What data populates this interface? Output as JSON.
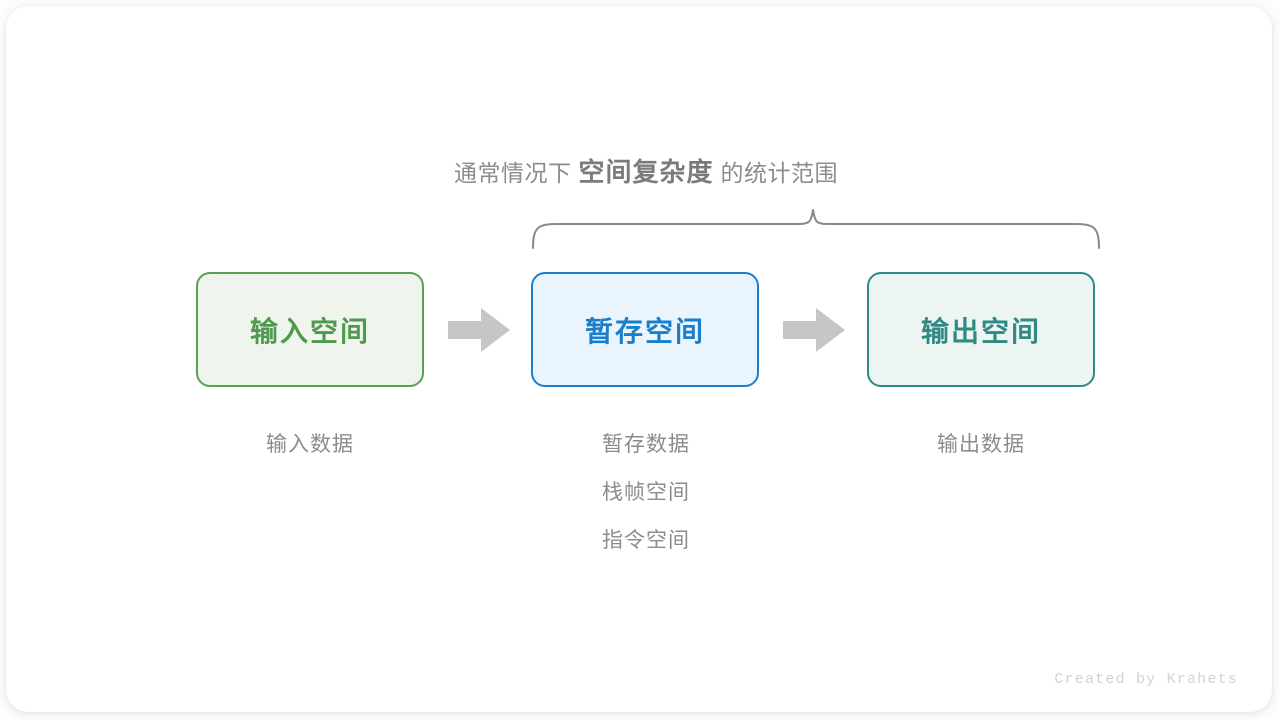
{
  "heading": {
    "prefix": "通常情况下",
    "emphasis": "空间复杂度",
    "suffix": "的统计范围"
  },
  "boxes": [
    {
      "key": "input",
      "label": "输入空间",
      "border_color": "#58a155",
      "fill_color": "#eff5ec",
      "text_color": "#4f9a4f"
    },
    {
      "key": "temp",
      "label": "暂存空间",
      "border_color": "#1b7fd0",
      "fill_color": "#e9f4fd",
      "text_color": "#1a7ecb"
    },
    {
      "key": "output",
      "label": "输出空间",
      "border_color": "#2e8a84",
      "fill_color": "#edf5f3",
      "text_color": "#2f8a83"
    }
  ],
  "captions": {
    "input": [
      "输入数据"
    ],
    "temp": [
      "暂存数据",
      "栈帧空间",
      "指令空间"
    ],
    "output": [
      "输出数据"
    ]
  },
  "arrows": {
    "arrow_1_name": "arrow-input-to-temp",
    "arrow_2_name": "arrow-temp-to-output",
    "color": "#c6c6c6"
  },
  "brace": {
    "color": "#8a8a8a",
    "covers": [
      "暂存空间",
      "输出空间"
    ]
  },
  "watermark": "Created by Krahets",
  "colors": {
    "background": "#fdfdfd",
    "card": "#ffffff",
    "muted_text": "#8c8c8c"
  }
}
